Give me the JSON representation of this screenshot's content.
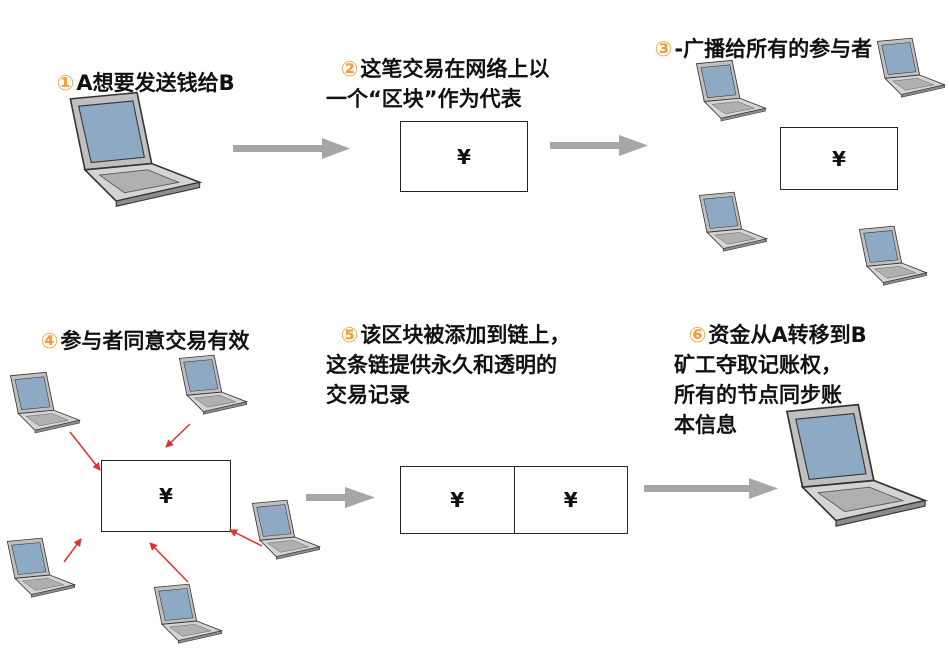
{
  "steps": [
    {
      "num": "①",
      "text": "A想要发送钱给B"
    },
    {
      "num": "②",
      "text": "这笔交易在网络上以\n一个“区块”作为代表"
    },
    {
      "num": "③",
      "text": "-广播给所有的参与者"
    },
    {
      "num": "④",
      "text": "参与者同意交易有效"
    },
    {
      "num": "⑤",
      "text": "该区块被添加到链上，\n这条链提供永久和透明的\n交易记录"
    },
    {
      "num": "⑥",
      "text": "资金从A转移到B\n矿工夺取记账权，\n所有的节点同步账\n本信息"
    }
  ],
  "currency_symbol": "¥",
  "colors": {
    "step_number": "#f0a040",
    "gray_arrow": "#a6a6a6",
    "red_arrow": "#e03030"
  }
}
